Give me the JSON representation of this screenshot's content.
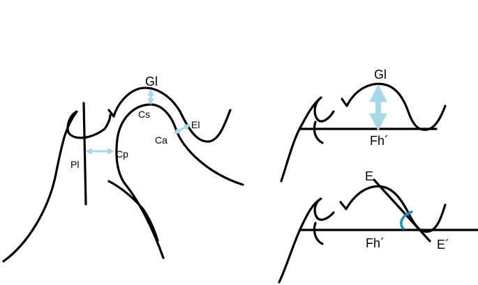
{
  "colors": {
    "outline": "#000000",
    "measure_arrow": "#a6d8e6",
    "angle_arc": "#1a8fc0"
  },
  "left_figure": {
    "labels": {
      "gl": "Gl",
      "cs": "Cs",
      "el": "El",
      "ca": "Ca",
      "pl": "Pl",
      "cp": "Cp"
    }
  },
  "right_top_figure": {
    "labels": {
      "gl": "Gl",
      "fh": "Fh´"
    }
  },
  "right_bottom_figure": {
    "labels": {
      "e": "E",
      "fh": "Fh´",
      "e_prime": "E´"
    }
  }
}
